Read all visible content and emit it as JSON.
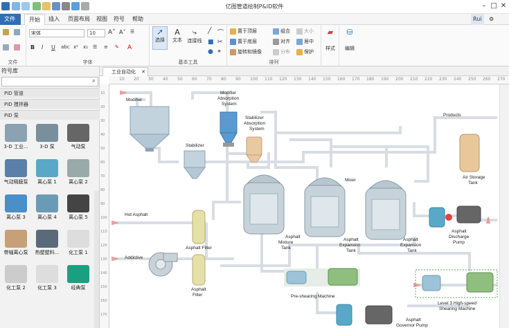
{
  "app": {
    "title": "亿图管道绘制P&ID软件",
    "user": "Rui"
  },
  "menu": [
    "文件",
    "开始",
    "插入",
    "页面布局",
    "视图",
    "符号",
    "帮助"
  ],
  "ribbon": {
    "font_name": "宋体",
    "font_size": "10",
    "groups": {
      "file": "文件",
      "font": "字体",
      "basic_tools": "基本工具",
      "arrange": "排列"
    },
    "tools": {
      "select": "选择",
      "text": "文本",
      "connector": "连接线"
    },
    "arrange": {
      "bring_front": "置于顶层",
      "send_back": "置于底层",
      "rotate": "旋转和镜像",
      "group": "组合",
      "size": "大小",
      "align": "对齐",
      "center": "居中",
      "distribute": "分布",
      "protect": "保护"
    },
    "style_label": "样式",
    "edit_label": "编辑"
  },
  "sidebar": {
    "title": "符号库",
    "categories": [
      "PID 管道",
      "PID 搅拌器",
      "PID 泵"
    ],
    "symbols": [
      "3-D 工业...",
      "3-D 泵",
      "气动泵",
      "气动隔膜泵",
      "离心泵 1",
      "离心泵 2",
      "离心泵 3",
      "离心泵 4",
      "离心泵 5",
      "带轴离心泵",
      "热塑塑料...",
      "化工泵 1",
      "化工泵 2",
      "化工泵 3",
      "经典泵"
    ]
  },
  "doc_tab": "工业自动化",
  "ruler_ticks": [
    "10",
    "20",
    "30",
    "40",
    "50",
    "60",
    "70",
    "80",
    "90",
    "100",
    "110",
    "120",
    "130",
    "140",
    "150",
    "160",
    "170",
    "180",
    "190",
    "200",
    "210",
    "220",
    "230",
    "240",
    "250",
    "260",
    "270"
  ],
  "ruler_v_ticks": [
    "10",
    "20",
    "30",
    "40",
    "50",
    "60",
    "70",
    "80",
    "90",
    "100",
    "110",
    "120",
    "130",
    "140",
    "150",
    "160",
    "170"
  ],
  "diagram": {
    "modifier": "Modifier",
    "modifier_abs": [
      "Modifier",
      "Absorption",
      "System"
    ],
    "stabilizer": "Stabilizer",
    "stabilizer_abs": [
      "Stabilizer",
      "Absorption",
      "System"
    ],
    "products": "Products",
    "mixer": "Mixer",
    "air_tank": [
      "Air Storage",
      "Tank"
    ],
    "hot_asphalt": "Hot Asphalt",
    "asphalt_filter": "Asphalt Filter",
    "addictive": "Addictive",
    "asphalt_filter2": [
      "Asphalt",
      "Filter"
    ],
    "mixture_tank": [
      "Asphalt",
      "Mixture",
      "Tank"
    ],
    "exp_tank1": [
      "Asphalt",
      "Expansion",
      "Tank"
    ],
    "exp_tank2": [
      "Asphalt",
      "Expansion",
      "Tank"
    ],
    "discharge_pump": [
      "Asphalt",
      "Discharge",
      "Pump"
    ],
    "preshearing": "Pre-shearing Machine",
    "level3": [
      "Level 3 High-speed",
      "Shearing Machine"
    ],
    "governor_pump": [
      "Asphalt",
      "Governor Pump"
    ]
  },
  "colors": {
    "accent": "#2f6fb3",
    "equipment": "#b8cdd9",
    "pipe": "#d8dde2"
  }
}
